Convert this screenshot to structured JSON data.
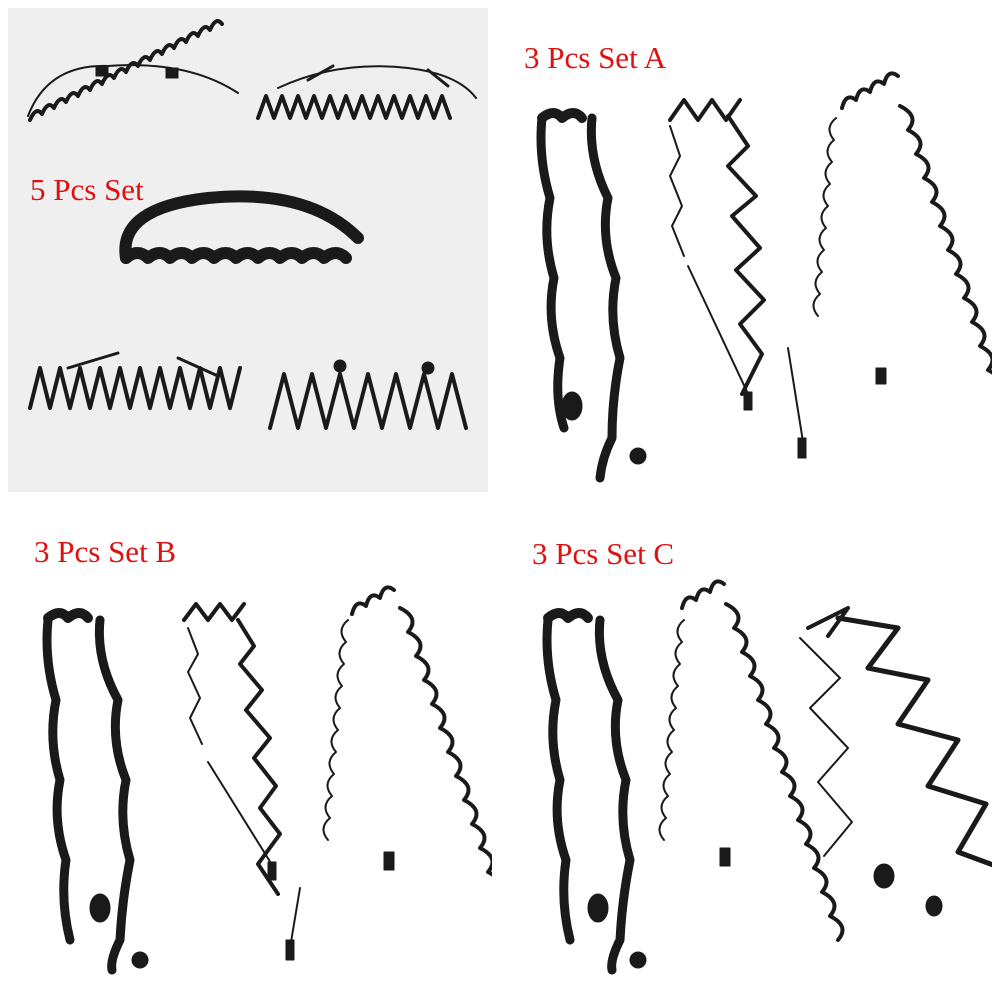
{
  "labels": {
    "five_set": "5 Pcs Set",
    "set_a": "3 Pcs Set A",
    "set_b": "3 Pcs Set B",
    "set_c": "3 Pcs Set C"
  },
  "colors": {
    "label_red": "#e01010",
    "band_black": "#1a1a1a",
    "panel_grey": "#efefef"
  }
}
